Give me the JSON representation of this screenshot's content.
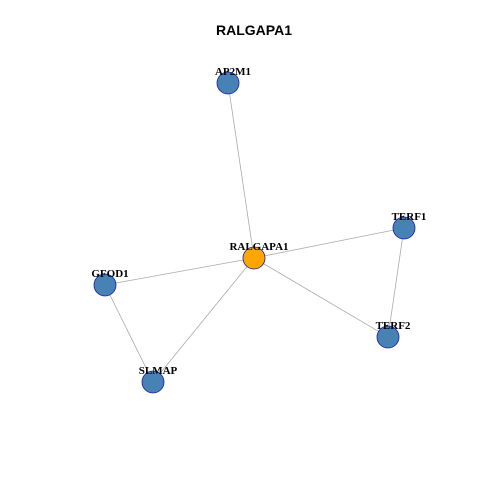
{
  "title": "RALGAPA1",
  "colors": {
    "hub": "#ffa500",
    "node": "#4682b4",
    "node_border": "#1a1ab0",
    "edge": "#aaaaaa"
  },
  "nodes": [
    {
      "id": "ralgapa1",
      "label": "RALGAPA1",
      "hub": true
    },
    {
      "id": "ap2m1",
      "label": "AP2M1",
      "hub": false
    },
    {
      "id": "terf1",
      "label": "TERF1",
      "hub": false
    },
    {
      "id": "gfod1",
      "label": "GFOD1",
      "hub": false
    },
    {
      "id": "terf2",
      "label": "TERF2",
      "hub": false
    },
    {
      "id": "slmap",
      "label": "SLMAP",
      "hub": false
    }
  ],
  "edges": [
    [
      "ralgapa1",
      "ap2m1"
    ],
    [
      "ralgapa1",
      "terf1"
    ],
    [
      "ralgapa1",
      "gfod1"
    ],
    [
      "ralgapa1",
      "terf2"
    ],
    [
      "ralgapa1",
      "slmap"
    ],
    [
      "terf1",
      "terf2"
    ],
    [
      "gfod1",
      "slmap"
    ]
  ]
}
